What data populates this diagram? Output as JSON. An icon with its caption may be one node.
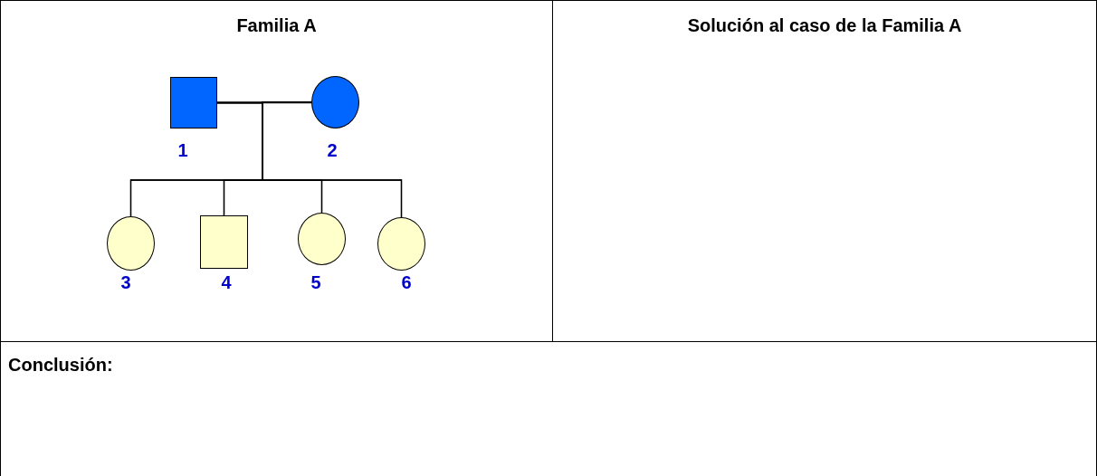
{
  "diagram": {
    "nodes": [
      {
        "text": [
          "Familia A"
        ]
      },
      {
        "text": [
          "Solución al caso de la Familia A"
        ]
      },
      {
        "text": [
          "Conclusión:"
        ]
      },
      {
        "text": [],
        "shape": "box",
        "in": 0,
        "beside": [
          "1"
        ]
      },
      {
        "text": [],
        "shape": "circle",
        "in": 0,
        "beside": [
          "2"
        ]
      },
      {
        "text": [],
        "shape": "circle",
        "in": 0,
        "beside": [
          "3"
        ]
      },
      {
        "text": [],
        "shape": "box",
        "in": 0,
        "beside": [
          "4"
        ]
      },
      {
        "text": [],
        "shape": "circle",
        "in": 0,
        "beside": [
          "5"
        ]
      },
      {
        "text": [],
        "shape": "circle",
        "in": 0,
        "beside": [
          "6"
        ]
      }
    ],
    "edges": [
      {
        "from": 3,
        "to": 4,
        "arrow": "none"
      },
      {
        "from": 3,
        "to": 5,
        "arrow": "none"
      },
      {
        "from": 3,
        "to": 6,
        "arrow": "none"
      },
      {
        "from": 3,
        "to": 7,
        "arrow": "none"
      },
      {
        "from": 3,
        "to": 8,
        "arrow": "none"
      },
      {
        "from": 4,
        "to": 5,
        "arrow": "none"
      },
      {
        "from": 4,
        "to": 6,
        "arrow": "none"
      },
      {
        "from": 4,
        "to": 7,
        "arrow": "none"
      },
      {
        "from": 4,
        "to": 8,
        "arrow": "none"
      }
    ]
  }
}
